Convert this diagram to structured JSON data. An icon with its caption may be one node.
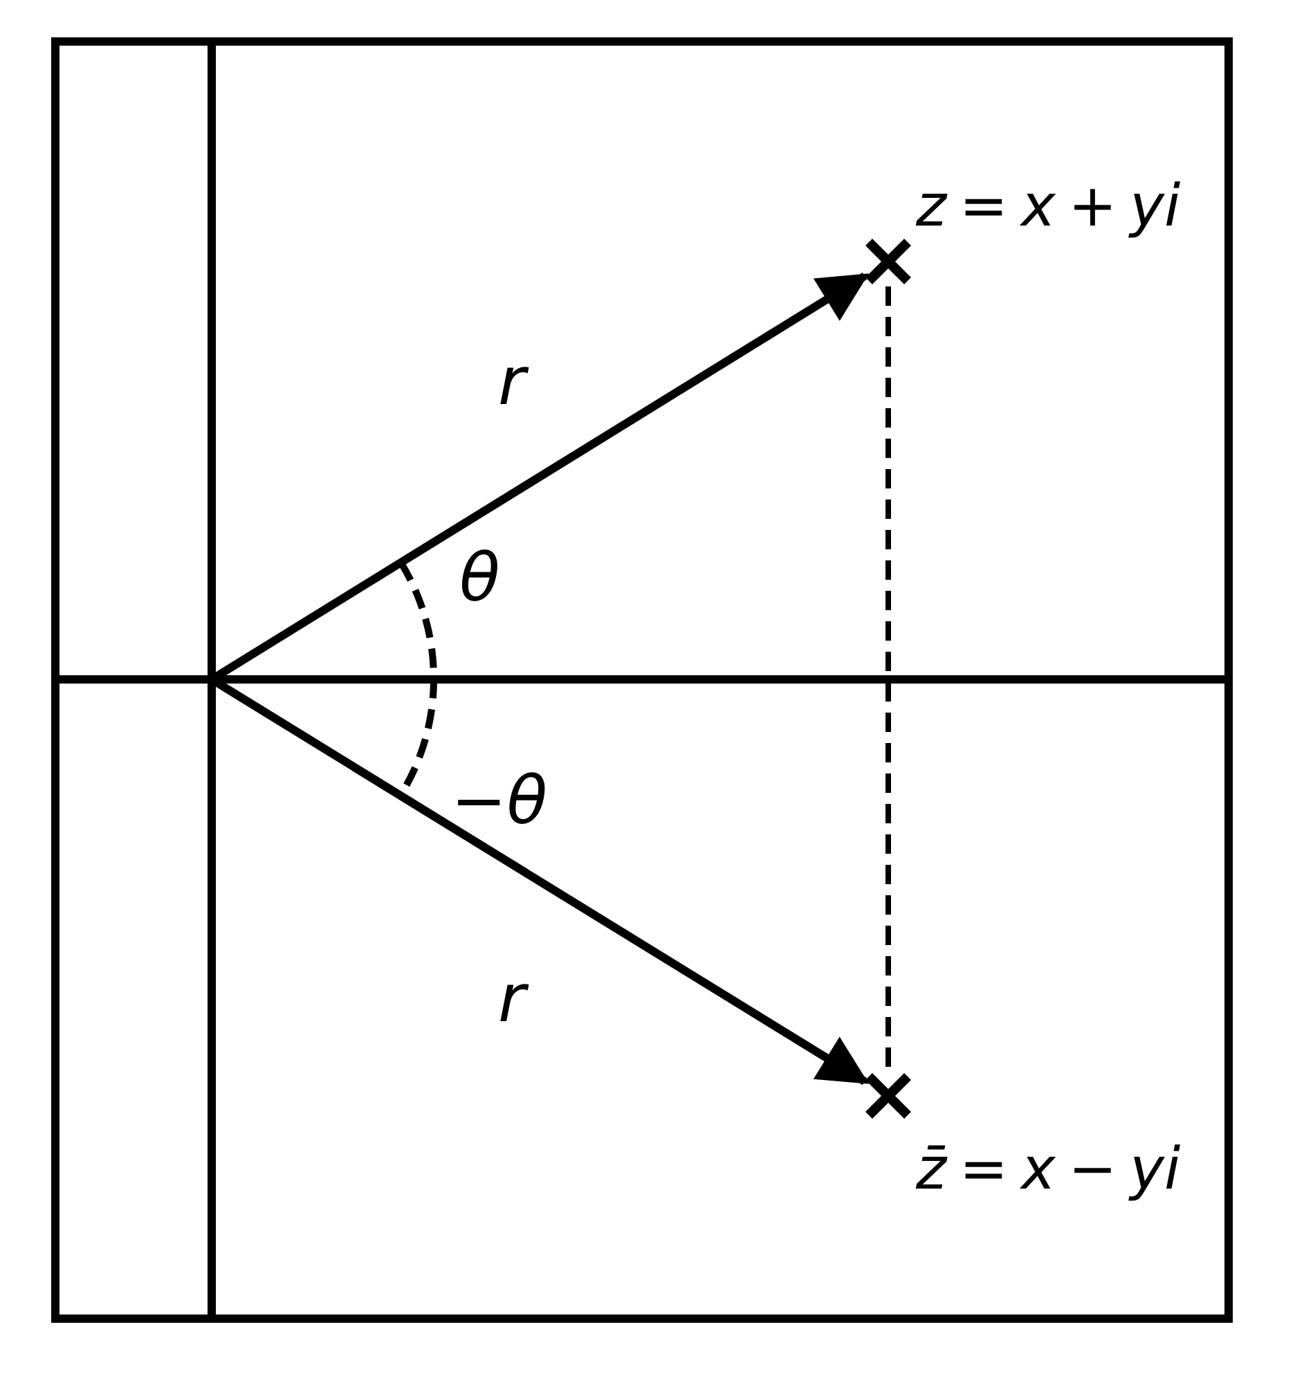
{
  "diagram": {
    "nodes": [
      {
        "text": [],
        "shape": "cross",
        "beside": [
          "z = x + yi"
        ]
      },
      {
        "text": [],
        "shape": "cross",
        "beside": [
          "z̄ = x − yi"
        ]
      }
    ],
    "edges": [
      {
        "from": null,
        "to": 0,
        "arrow": "to",
        "label": "r"
      },
      {
        "from": null,
        "to": 1,
        "arrow": "to",
        "label": "r"
      },
      {
        "from": 0,
        "to": 1,
        "arrow": "none",
        "style": "dashed"
      }
    ],
    "labels": [
      "θ",
      "−θ"
    ]
  }
}
